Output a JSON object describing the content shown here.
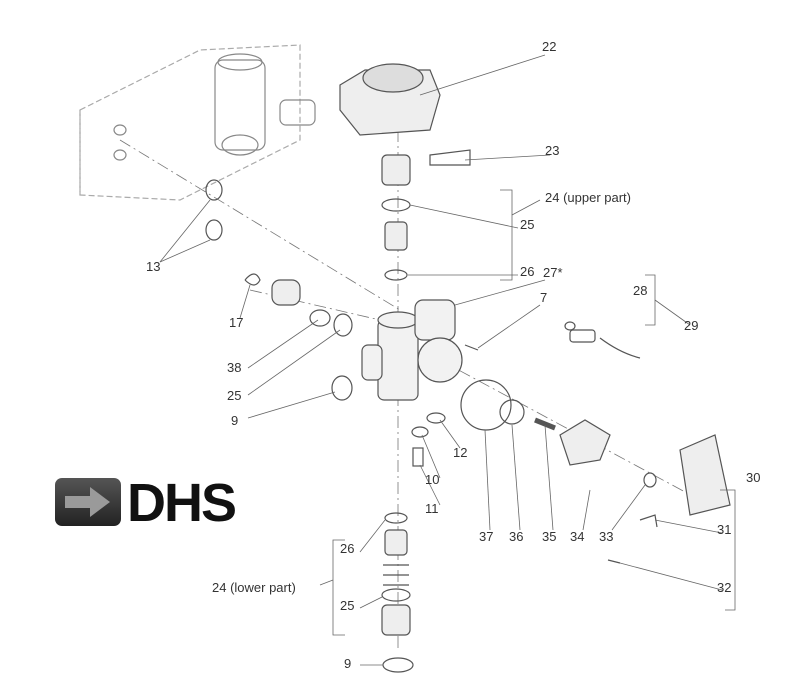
{
  "logo": {
    "text": "DHS"
  },
  "labels": {
    "l22": "22",
    "l23": "23",
    "l24u": "24 (upper part)",
    "l25u": "25",
    "l26u": "26",
    "l27": "27*",
    "l7": "7",
    "l28": "28",
    "l29": "29",
    "l13": "13",
    "l17": "17",
    "l38": "38",
    "l25l": "25",
    "l9l": "9",
    "l12": "12",
    "l10": "10",
    "l11": "11",
    "l37": "37",
    "l36": "36",
    "l35": "35",
    "l34": "34",
    "l33": "33",
    "l31": "31",
    "l30": "30",
    "l32": "32",
    "l26b": "26",
    "l24l": "24 (lower part)",
    "l25b": "25",
    "l9b": "9"
  },
  "colors": {
    "line": "#555555",
    "text": "#333333"
  }
}
